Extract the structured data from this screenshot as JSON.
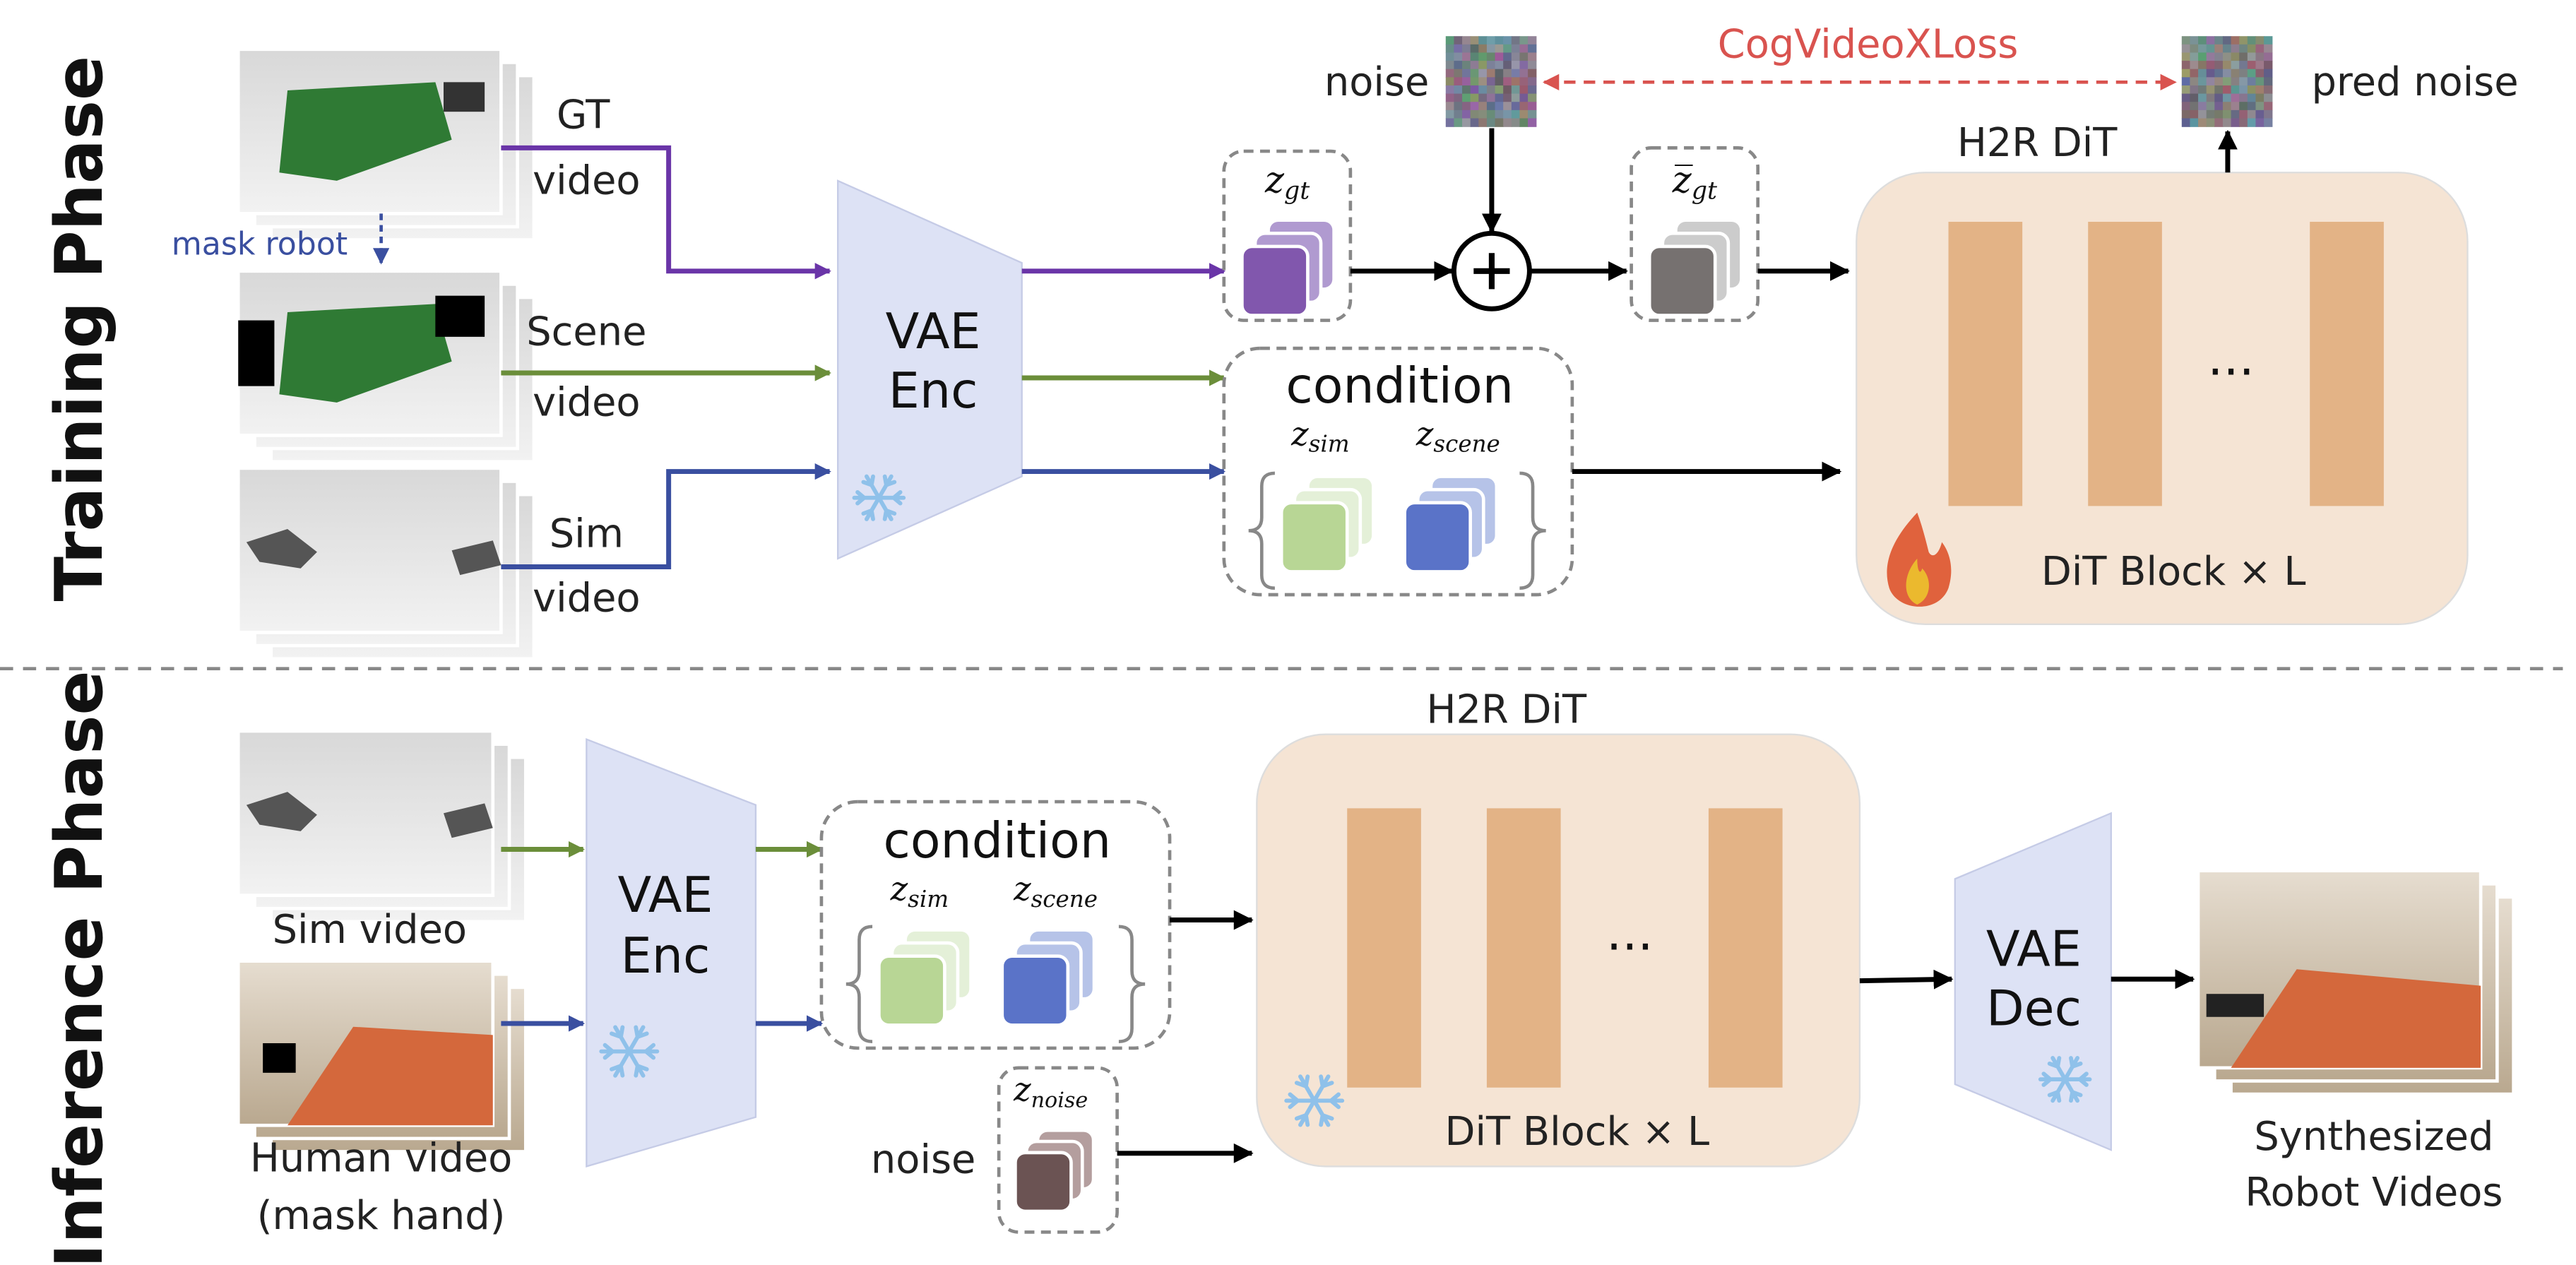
{
  "phases": {
    "training": "Training Phase",
    "inference": "Inference Phase"
  },
  "training": {
    "gt_label": "GT",
    "gt_video": "video",
    "scene_label": "Scene",
    "scene_video": "video",
    "sim_label": "Sim",
    "sim_video": "video",
    "mask_robot": "mask robot",
    "vae_enc": [
      "VAE",
      "Enc"
    ],
    "z_gt": {
      "base": "z",
      "sub": "gt"
    },
    "zbar_gt": {
      "base": "z̅",
      "sub": "gt"
    },
    "noise": "noise",
    "pred_noise": "pred noise",
    "loss": "CogVideoXLoss",
    "condition": "condition",
    "z_sim": {
      "base": "z",
      "sub": "sim"
    },
    "z_scene": {
      "base": "z",
      "sub": "scene"
    },
    "dit_title": "H2R DiT",
    "dit_block": "DiT Block × L",
    "ellipsis": "...",
    "dit_state_icon": "fire-icon",
    "enc_state_icon": "snowflake-icon"
  },
  "inference": {
    "sim_video": "Sim video",
    "human_video": "Human video",
    "mask_hand": "(mask hand)",
    "vae_enc": [
      "VAE",
      "Enc"
    ],
    "condition": "condition",
    "z_sim": {
      "base": "z",
      "sub": "sim"
    },
    "z_scene": {
      "base": "z",
      "sub": "scene"
    },
    "z_noise": {
      "base": "z",
      "sub": "noise"
    },
    "noise": "noise",
    "dit_title": "H2R DiT",
    "dit_block": "DiT Block × L",
    "ellipsis": "...",
    "vae_dec": [
      "VAE",
      "Dec"
    ],
    "output": [
      "Synthesized",
      "Robot Videos"
    ],
    "dit_state_icon": "snowflake-icon"
  },
  "colors": {
    "purple": "#6a35a8",
    "green": "#6b8e3a",
    "blue": "#3a4fa0",
    "loss_red": "#d9534f",
    "vae_fill": "#dde2f5",
    "dit_fill": "#f5e4d4",
    "dit_block": "#e3b386",
    "mask_text": "#3a4fa0"
  }
}
